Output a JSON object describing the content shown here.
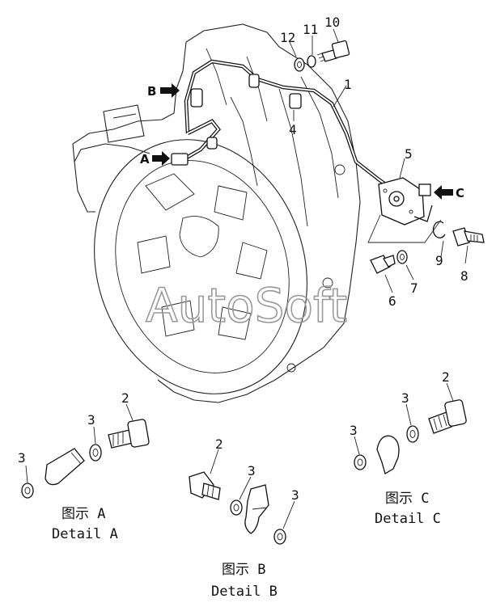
{
  "watermark": "AutoSoft",
  "callouts": {
    "c1": "1",
    "c2a": "2",
    "c2b": "2",
    "c2c": "2",
    "c3a1": "3",
    "c3a2": "3",
    "c3b1": "3",
    "c3b2": "3",
    "c3c1": "3",
    "c3c2": "3",
    "c4": "4",
    "c5": "5",
    "c6": "6",
    "c7": "7",
    "c8": "8",
    "c9": "9",
    "c10": "10",
    "c11": "11",
    "c12": "12"
  },
  "view_markers": {
    "a": "A",
    "b": "B",
    "c": "C"
  },
  "details": {
    "a": {
      "zh": "图示 A",
      "en": "Detail A"
    },
    "b": {
      "zh": "图示 B",
      "en": "Detail B"
    },
    "c": {
      "zh": "图示 C",
      "en": "Detail C"
    }
  }
}
